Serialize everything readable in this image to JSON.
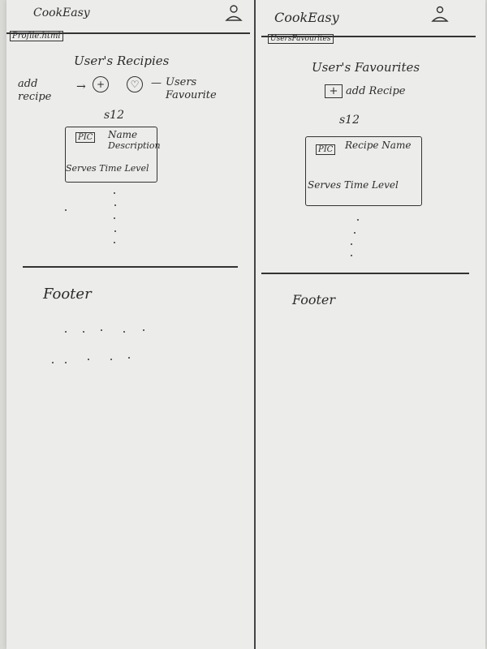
{
  "left": {
    "app_name": "CookEasy",
    "page_file": "Profile.html",
    "title": "User's Recipies",
    "add_label": "add\nrecipe",
    "fav_label": "Users\nFavourite",
    "section": "s12",
    "card": {
      "pic": "PIC",
      "name": "Name",
      "description": "Description",
      "meta": "Serves Time Level"
    },
    "footer": "Footer"
  },
  "right": {
    "app_name": "CookEasy",
    "page_file": "UsersFavourites",
    "title": "User's Favourites",
    "add_button": "add Recipe",
    "section": "s12",
    "card": {
      "pic": "PIC",
      "name": "Recipe Name",
      "meta": "Serves Time Level"
    },
    "footer": "Footer"
  }
}
